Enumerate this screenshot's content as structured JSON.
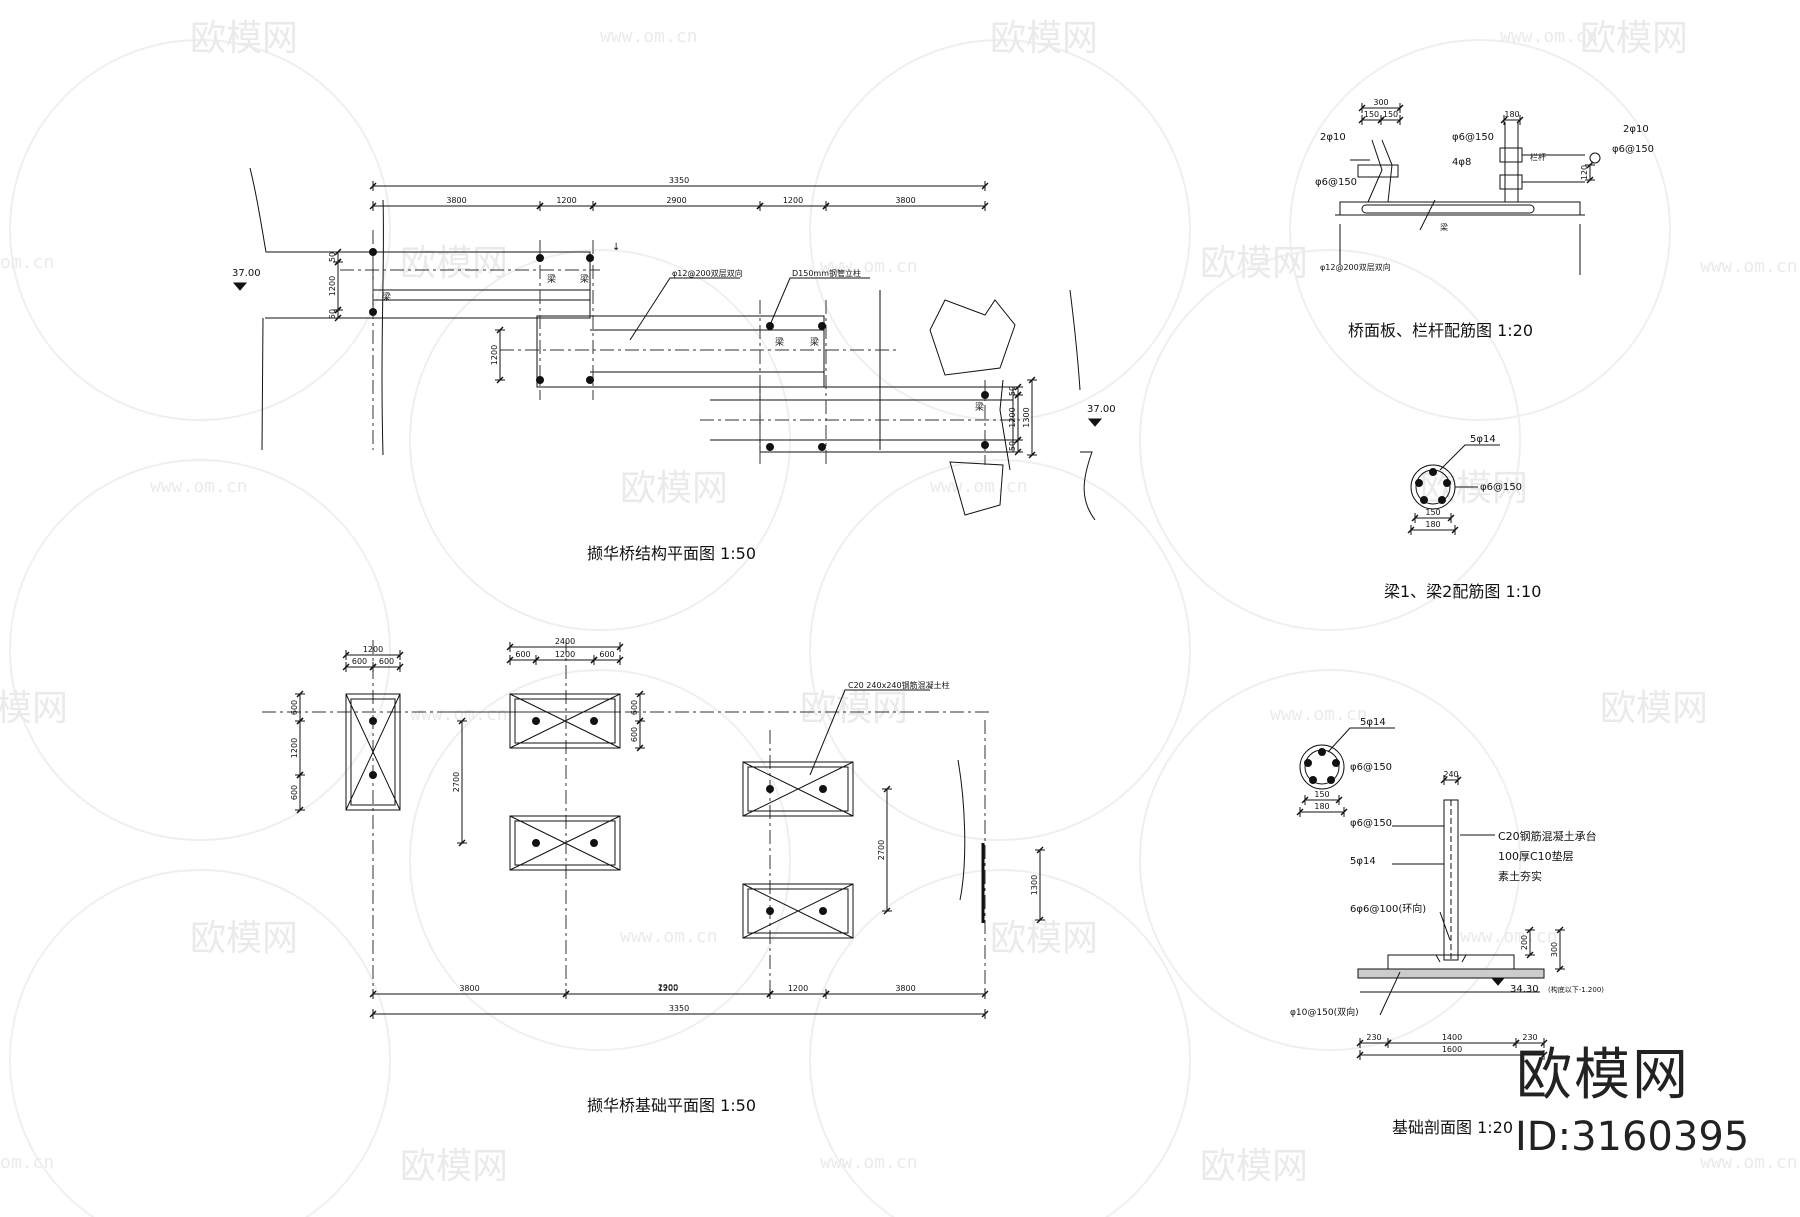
{
  "drawings": {
    "plan_struct": {
      "title": "撷华桥结构平面图 1:50",
      "elev_left": "37.00",
      "elev_right": "37.00",
      "dim_total": "3350",
      "dims_top": [
        "3800",
        "1200",
        "2900",
        "1200",
        "3800"
      ],
      "dims_left": [
        "50",
        "1200",
        "50"
      ],
      "dim_mid": "1200",
      "dims_right": [
        "50",
        "1200",
        "50",
        "1300"
      ],
      "note_beam": "梁",
      "note_plate": "φ12@200双层双向",
      "note_col": "D150mm钢管立柱"
    },
    "plan_found": {
      "title": "撷华桥基础平面图 1:50",
      "dim_total": "3350",
      "dims_bottom": [
        "3800",
        "1200",
        "2900",
        "1200",
        "3800"
      ],
      "dims_top_left": [
        "1200",
        "600",
        "600"
      ],
      "dims_top_mid": [
        "2400",
        "600",
        "1200",
        "600"
      ],
      "dims_left_side": [
        "600",
        "1200",
        "600"
      ],
      "dims_mid_side": [
        "600",
        "600"
      ],
      "dim_vert_mid": "2700",
      "dim_vert_right": "2700",
      "dim_right_end": "1300",
      "note_col": "C20 240x240钢筋混凝土柱"
    },
    "detail_deck": {
      "title": "桥面板、栏杆配筋图 1:20",
      "label_a": "2φ10",
      "label_b": "φ6@150",
      "label_c": "φ6@150",
      "label_d": "4φ8",
      "label_e": "2φ10",
      "label_f": "φ6@150",
      "label_g": "φ12@200双层双向",
      "label_h": "栏杆",
      "label_i": "梁",
      "dims_top": [
        "300",
        "150",
        "150"
      ],
      "dim_top2": "180",
      "dim_side": "120"
    },
    "detail_beam": {
      "title": "梁1、梁2配筋图 1:10",
      "label_main": "5φ14",
      "label_stirrup": "φ6@150",
      "dims": [
        "150",
        "180"
      ]
    },
    "detail_found": {
      "title": "基础剖面图 1:20",
      "label_main": "5φ14",
      "label_stirrup": "φ6@150",
      "dims_circle": [
        "150",
        "180"
      ],
      "label_col_stirrup": "φ6@150",
      "label_col_main": "5φ14",
      "label_base_tie": "6φ6@100(环向)",
      "label_base_bar": "φ10@150(双向)",
      "layer_1": "C20钢筋混凝土承台",
      "layer_2": "100厚C10垫层",
      "layer_3": "素土夯实",
      "elev": "34.30",
      "elev_note": "(构底以下-1.200)",
      "dim_col": "240",
      "dims_bottom": [
        "230",
        "1400",
        "230"
      ],
      "dim_base_total": "1600",
      "dim_h1": "200",
      "dim_h2": "300"
    }
  },
  "watermark": {
    "brand": "欧模网",
    "url": "www.om.cn",
    "url_short": "om.cn"
  },
  "branding": {
    "logo_text": "欧模网",
    "id_text": "ID:3160395"
  }
}
